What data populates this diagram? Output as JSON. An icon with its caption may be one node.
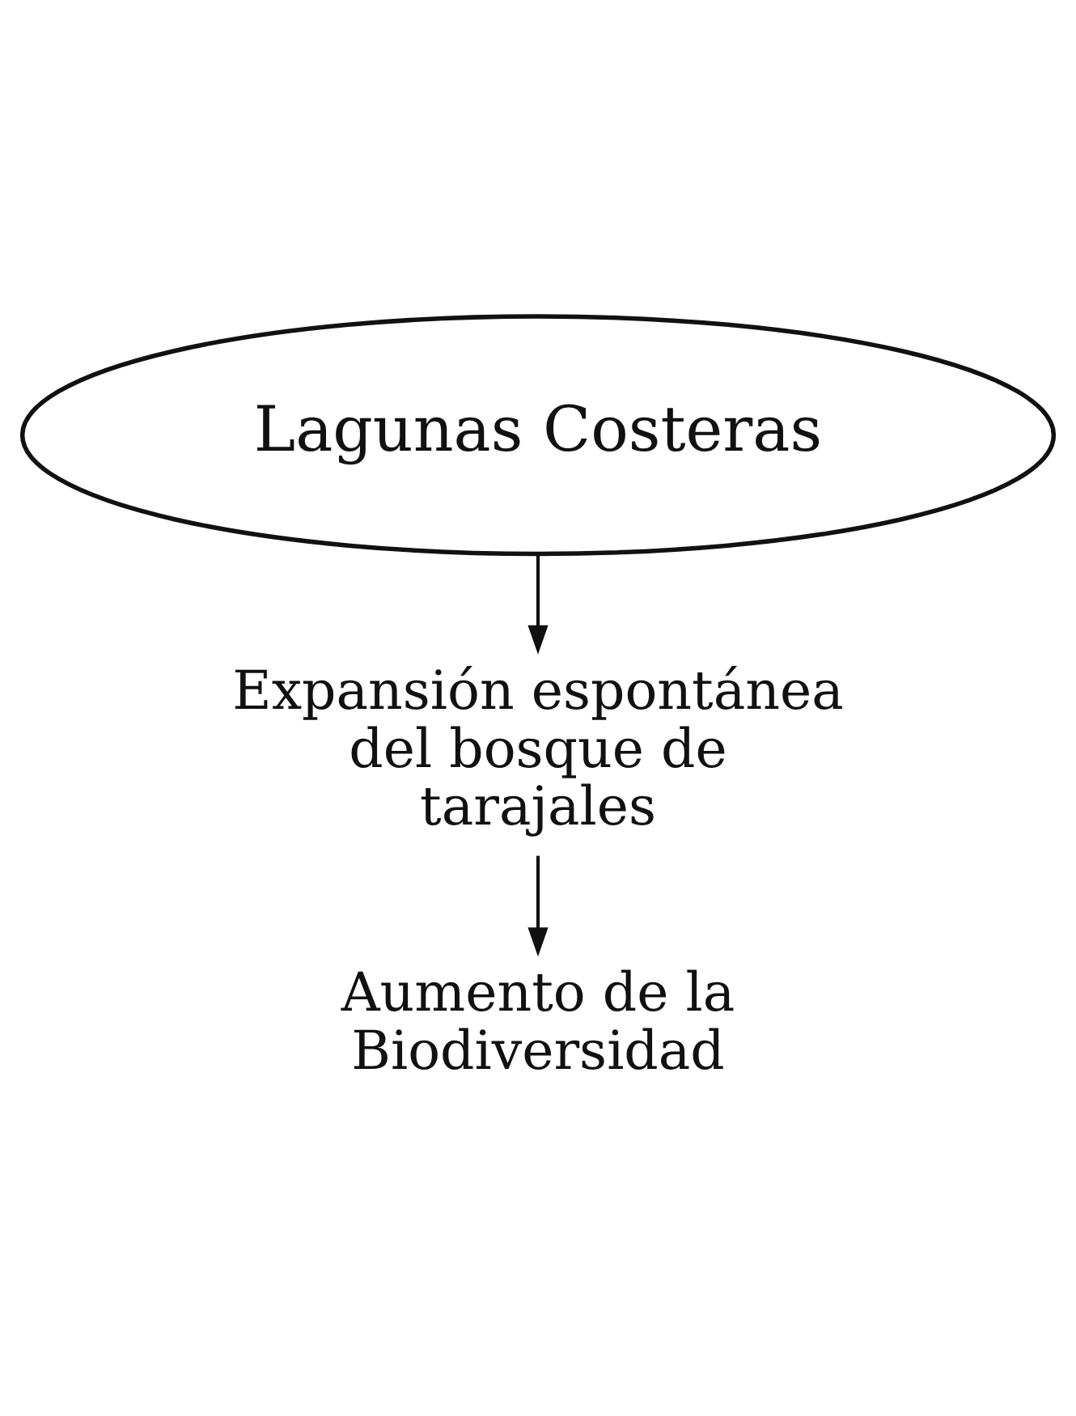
{
  "diagram": {
    "nodes": [
      {
        "text": [
          "Lagunas Costeras"
        ]
      },
      {
        "text": [
          "Expansión espontánea del bosque de tarajales"
        ]
      },
      {
        "text": [
          "Aumento de la Biodiversidad"
        ]
      }
    ],
    "edges": [
      {
        "from": 0,
        "to": 1,
        "arrow": "to"
      },
      {
        "from": 1,
        "to": 2,
        "arrow": "to"
      }
    ]
  }
}
